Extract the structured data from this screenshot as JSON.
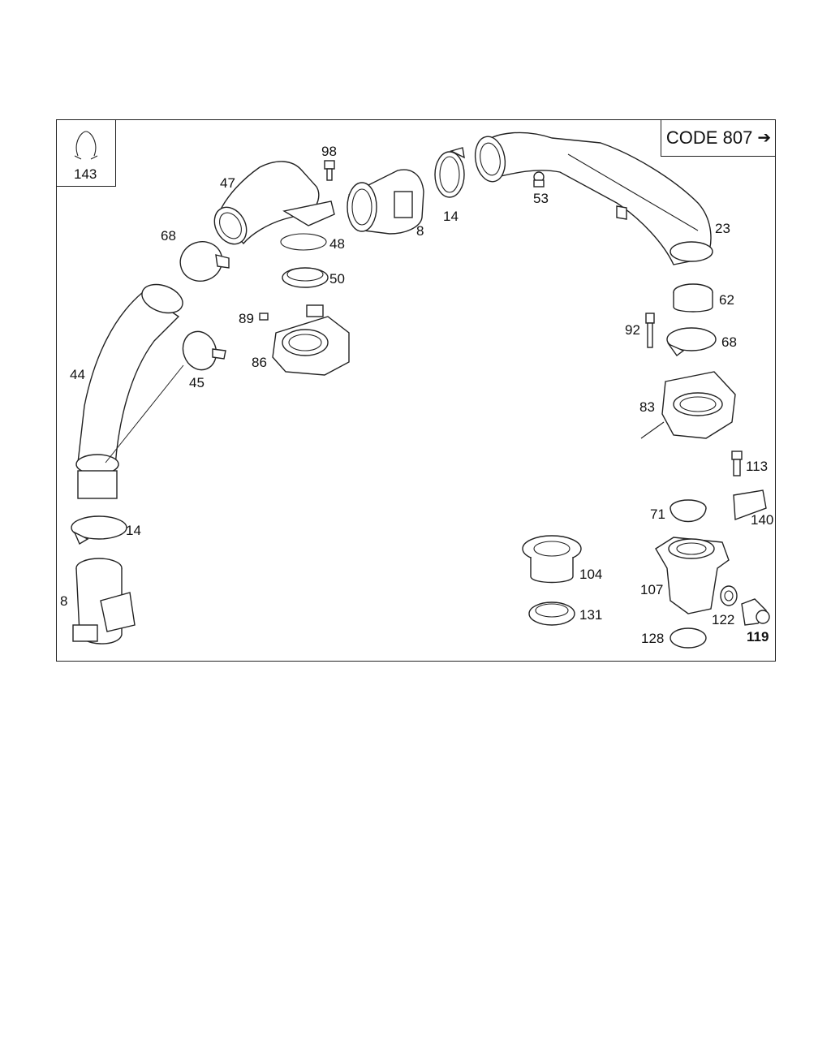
{
  "diagram": {
    "code_label": "CODE 807",
    "code_arrow_icon": "right-arrow-icon",
    "inset_label": "143",
    "inset_icon": "hose-clip-icon",
    "callouts": [
      {
        "id": "98",
        "text": "98"
      },
      {
        "id": "47",
        "text": "47"
      },
      {
        "id": "48",
        "text": "48"
      },
      {
        "id": "50",
        "text": "50"
      },
      {
        "id": "68a",
        "text": "68"
      },
      {
        "id": "8a",
        "text": "8"
      },
      {
        "id": "14a",
        "text": "14"
      },
      {
        "id": "53",
        "text": "53"
      },
      {
        "id": "23",
        "text": "23"
      },
      {
        "id": "62",
        "text": "62"
      },
      {
        "id": "92",
        "text": "92"
      },
      {
        "id": "68b",
        "text": "68"
      },
      {
        "id": "89",
        "text": "89"
      },
      {
        "id": "86",
        "text": "86"
      },
      {
        "id": "44",
        "text": "44"
      },
      {
        "id": "45",
        "text": "45"
      },
      {
        "id": "83",
        "text": "83"
      },
      {
        "id": "113",
        "text": "113"
      },
      {
        "id": "71",
        "text": "71"
      },
      {
        "id": "140",
        "text": "140"
      },
      {
        "id": "14b",
        "text": "14"
      },
      {
        "id": "104",
        "text": "104"
      },
      {
        "id": "107",
        "text": "107"
      },
      {
        "id": "8b",
        "text": "8"
      },
      {
        "id": "131",
        "text": "131"
      },
      {
        "id": "122",
        "text": "122"
      },
      {
        "id": "128",
        "text": "128"
      },
      {
        "id": "119",
        "text": "119"
      }
    ]
  }
}
